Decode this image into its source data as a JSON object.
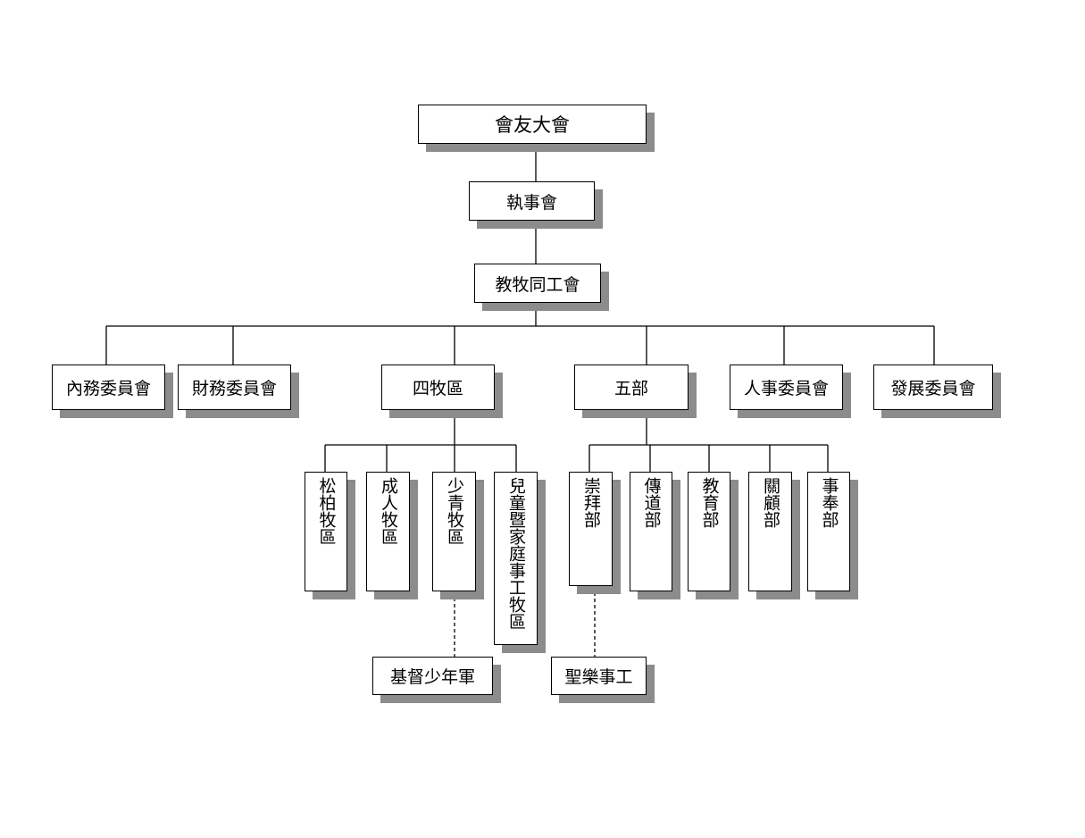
{
  "org_chart": {
    "top": {
      "label": "會友大會"
    },
    "executive": {
      "label": "執事會"
    },
    "pastoral_staff": {
      "label": "教牧同工會"
    },
    "committees": {
      "internal_affairs": "內務委員會",
      "finance": "財務委員會",
      "four_districts": "四牧區",
      "five_departments": "五部",
      "personnel": "人事委員會",
      "development": "發展委員會"
    },
    "districts": [
      {
        "label": "松柏牧區"
      },
      {
        "label": "成人牧區"
      },
      {
        "label": "少青牧區"
      },
      {
        "label": "兒童暨家庭事工牧區"
      }
    ],
    "departments": [
      {
        "label": "崇拜部"
      },
      {
        "label": "傳道部"
      },
      {
        "label": "教育部"
      },
      {
        "label": "關顧部"
      },
      {
        "label": "事奉部"
      }
    ],
    "sub_units": {
      "boys_brigade": "基督少年軍",
      "music_ministry": "聖樂事工"
    }
  }
}
